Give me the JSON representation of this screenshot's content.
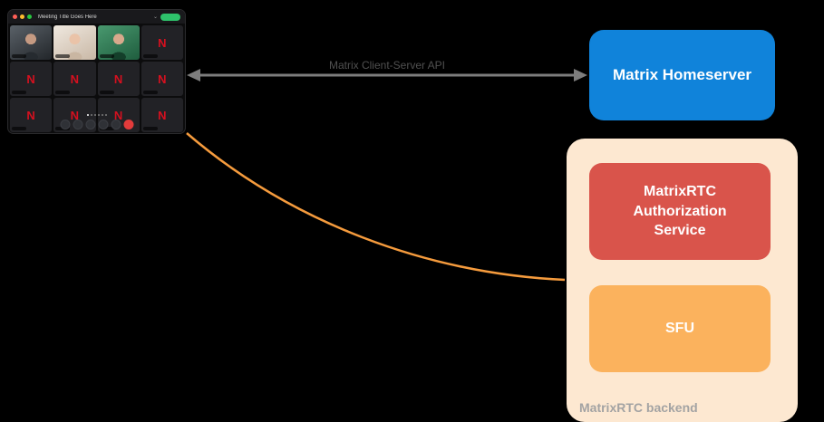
{
  "diagram": {
    "background": "#000000"
  },
  "call_app": {
    "window_title": "Meeting Title Goes Here",
    "title_chevron": "⌄",
    "traffic_lights": [
      "#ff5f57",
      "#febc2e",
      "#28c840"
    ],
    "join_button_color": "#2ec26b",
    "brand_letter": "N",
    "brand_color": "#d6101f",
    "tiles": [
      {
        "kind": "photo",
        "variant": "a"
      },
      {
        "kind": "photo",
        "variant": "b"
      },
      {
        "kind": "photo",
        "variant": "c"
      },
      {
        "kind": "logo"
      },
      {
        "kind": "logo"
      },
      {
        "kind": "logo"
      },
      {
        "kind": "logo"
      },
      {
        "kind": "logo"
      },
      {
        "kind": "logo"
      },
      {
        "kind": "logo"
      },
      {
        "kind": "logo"
      },
      {
        "kind": "logo"
      }
    ],
    "control_buttons": [
      "mic-button",
      "camera-button",
      "screenshare-button",
      "reaction-button",
      "more-options-button",
      "leave-call-button"
    ],
    "pagination_dots": 6
  },
  "api_arrow": {
    "label": "Matrix Client-Server API",
    "color": "#7d7d7d",
    "label_color": "#505050"
  },
  "homeserver": {
    "label": "Matrix Homeserver",
    "bg": "#1083da",
    "text_color": "#ffffff"
  },
  "backend": {
    "caption": "MatrixRTC backend",
    "caption_color": "#a3a3a3",
    "bg": "#fde8d1",
    "auth_service": {
      "label": "MatrixRTC Authorization Service",
      "bg": "#d9544b"
    },
    "sfu": {
      "label": "SFU",
      "bg": "#fbb25d"
    }
  },
  "rtc_connection": {
    "color": "#f59b3d"
  }
}
